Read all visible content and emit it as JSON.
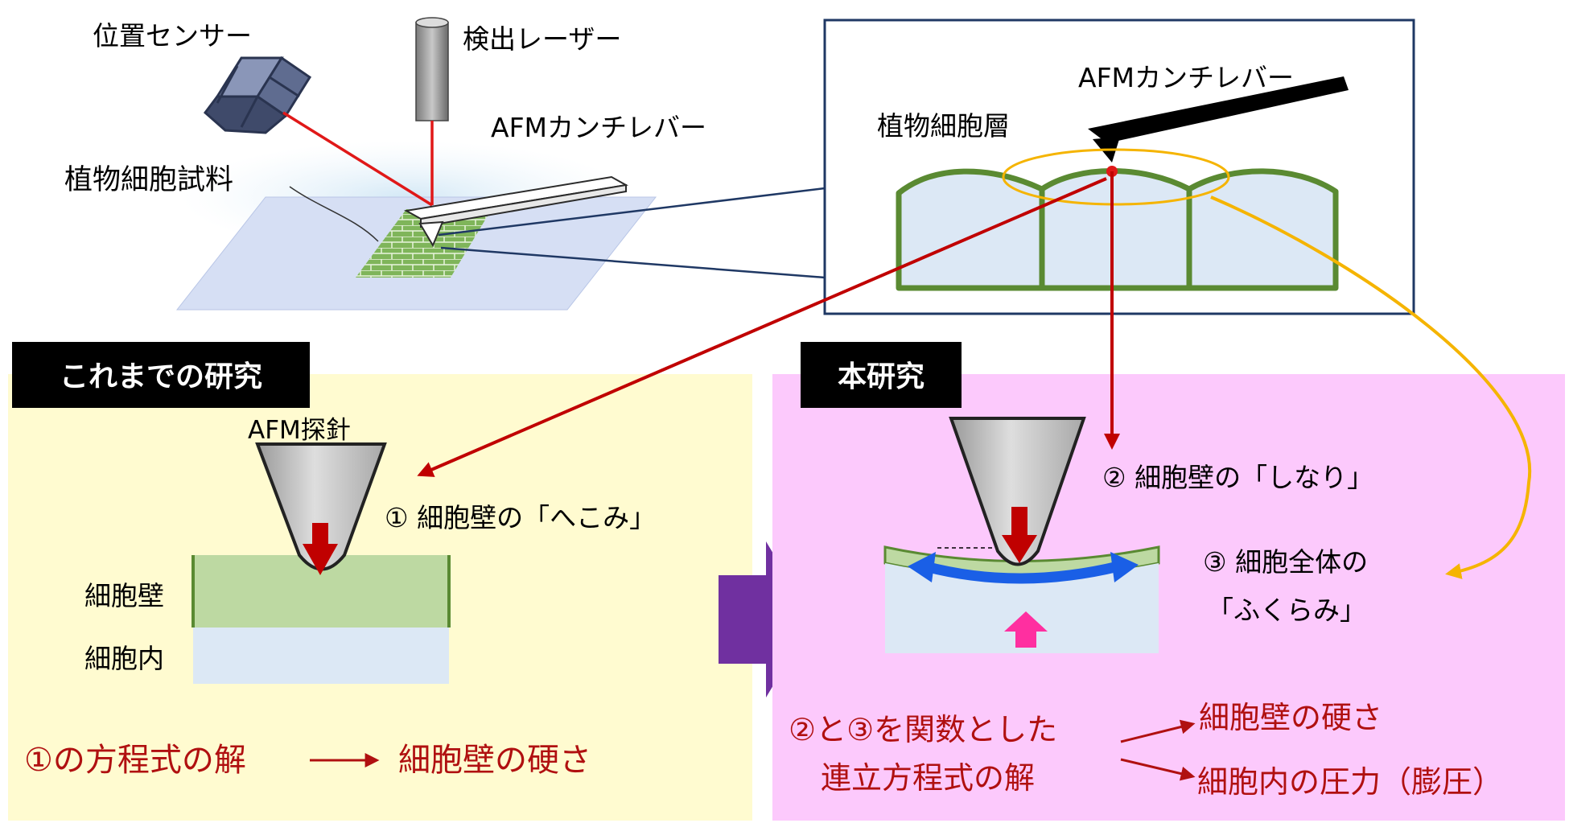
{
  "setup": {
    "position_sensor": "位置センサー",
    "detection_laser": "検出レーザー",
    "afm_cantilever": "AFMカンチレバー",
    "plant_cell_sample": "植物細胞試料"
  },
  "inset": {
    "afm_cantilever": "AFMカンチレバー",
    "plant_cell_layer": "植物細胞層"
  },
  "previous_study": {
    "tag": "これまでの研究",
    "probe_label": "AFM探針",
    "point1": "① 細胞壁の「へこみ」",
    "cell_wall": "細胞壁",
    "cell_interior": "細胞内",
    "conclusion_left": "①の方程式の解",
    "conclusion_right": "細胞壁の硬さ"
  },
  "this_study": {
    "tag": "本研究",
    "point2": "② 細胞壁の「しなり」",
    "point3_line1": "③ 細胞全体の",
    "point3_line2": "「ふくらみ」",
    "conclusion_line1": "②と③を関数とした",
    "conclusion_line2": "連立方程式の解",
    "result1": "細胞壁の硬さ",
    "result2": "細胞内の圧力（膨圧）"
  },
  "colors": {
    "laser_red": "#e01818",
    "arrow_dark_red": "#c00000",
    "arrow_orange": "#f5b400",
    "wall_green": "#5a8a32",
    "wall_fill": "#bdd9a2",
    "cell_fill": "#dce8f5",
    "yellow_panel": "#fffbd0",
    "pink_panel": "#fcc9fc",
    "purple_arrow": "#7030a0",
    "blue_arrow": "#1a5fe6",
    "pink_arrow": "#ff2fa0",
    "conclusion_red": "#b01010"
  }
}
